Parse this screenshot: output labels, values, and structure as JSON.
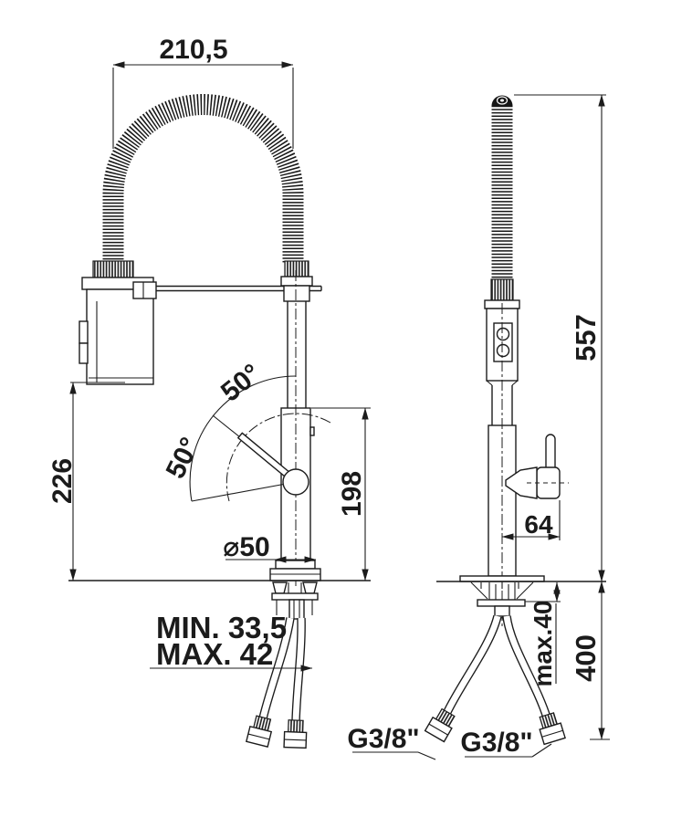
{
  "colors": {
    "ink": "#1c1c1c",
    "paper": "#ffffff"
  },
  "front_view": {
    "dim_top_width": "210,5",
    "dim_spout_height": "226",
    "dim_body_height": "198",
    "dim_base_diameter": "⌀50",
    "dim_hole_min": "MIN. 33,5",
    "dim_hole_max": "MAX. 42",
    "dim_angle_upper": "50°",
    "dim_angle_lower": "50°"
  },
  "side_view": {
    "dim_total_height": "557",
    "dim_handle_offset": "64",
    "dim_counter_thickness": "max.40",
    "dim_hose_drop": "400",
    "thread_label_left": "G3/8\"",
    "thread_label_right": "G3/8\""
  }
}
